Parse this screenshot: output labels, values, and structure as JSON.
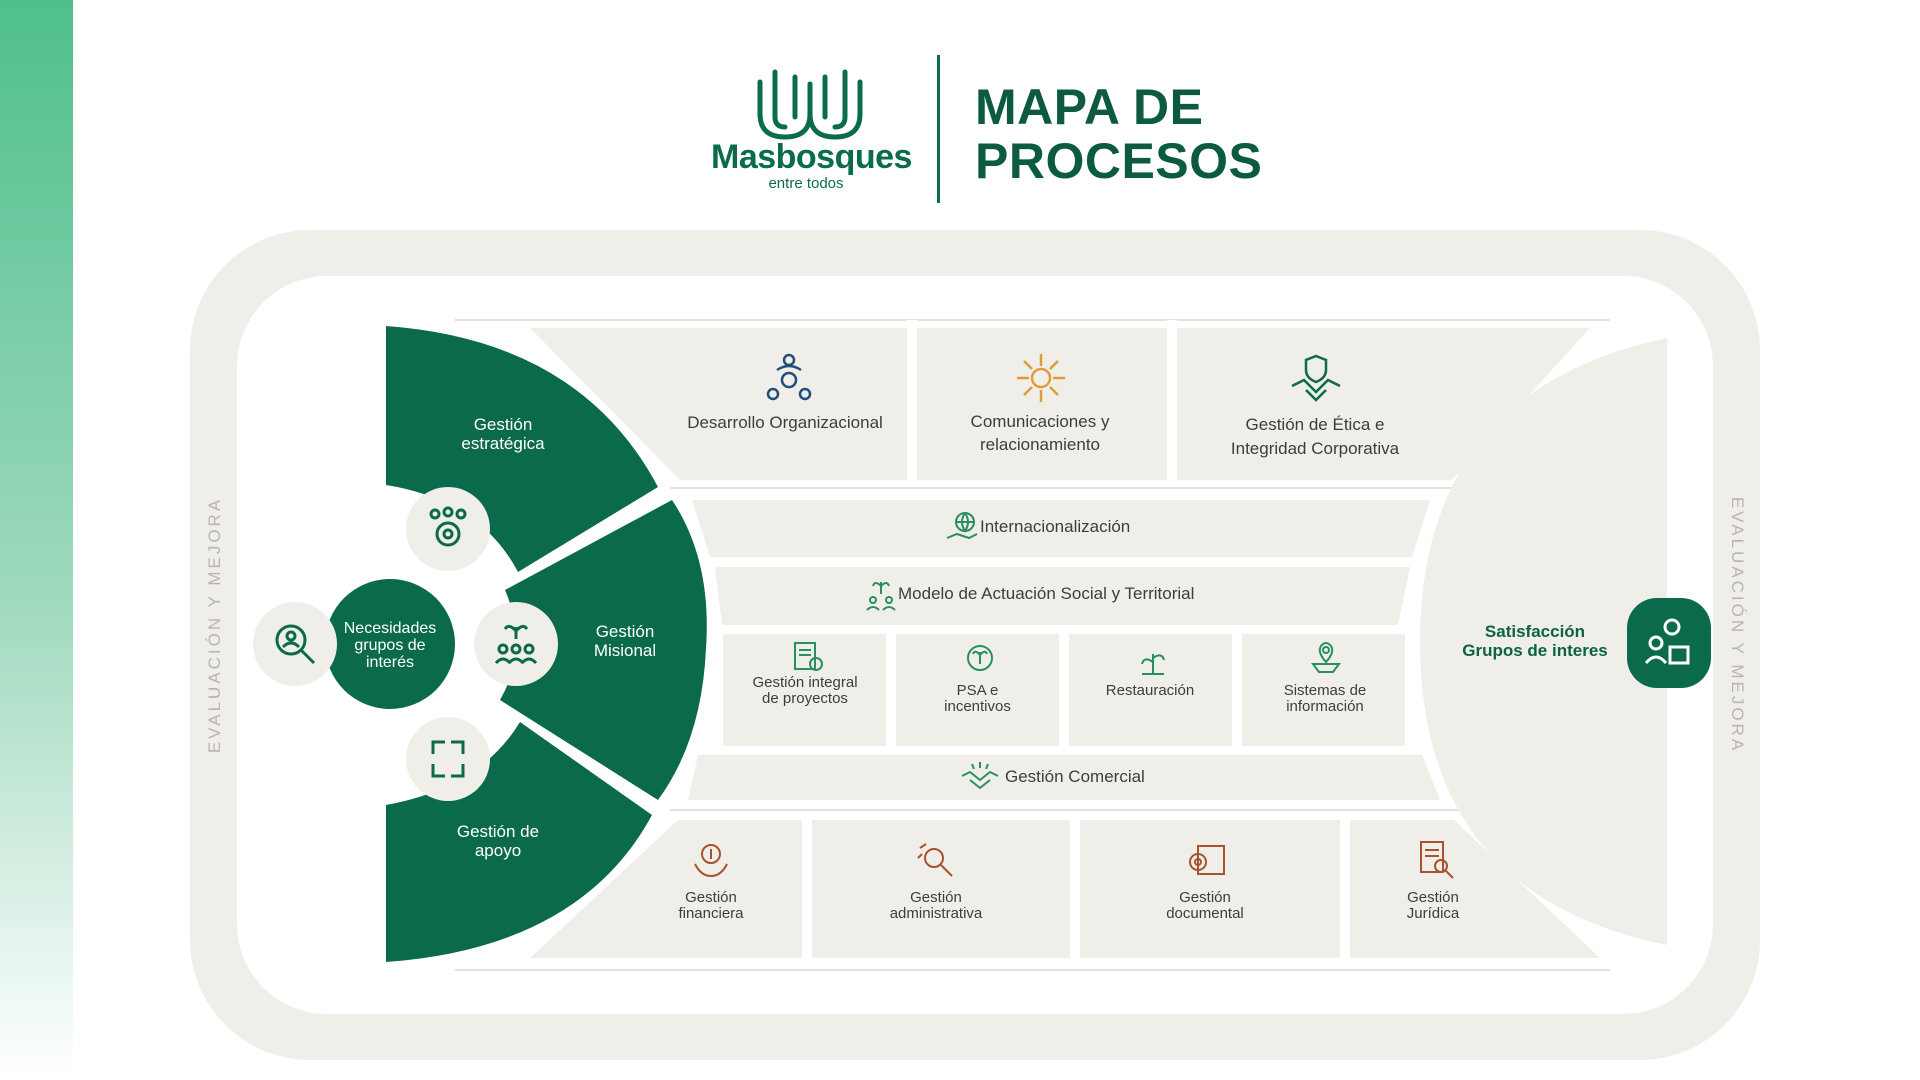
{
  "header": {
    "brand_name": "Masbosques",
    "brand_tagline": "entre todos",
    "title_line1": "MAPA DE",
    "title_line2": "PROCESOS"
  },
  "frame": {
    "left_label": "EVALUACIÓN Y MEJORA",
    "right_label": "EVALUACIÓN Y MEJORA"
  },
  "left_wing": {
    "strategic": "Gestión estratégica",
    "mission": "Gestión Misional",
    "support": "Gestión de apoyo",
    "needs": "Necesidades grupos de interés"
  },
  "strategic_processes": [
    {
      "label": "Desarrollo Organizacional",
      "icon": "organization-icon"
    },
    {
      "label": "Comunicaciones y relacionamiento",
      "icon": "communication-hub-icon"
    },
    {
      "label": "Gestión de Ética e Integridad Corporativa",
      "icon": "handshake-shield-icon"
    }
  ],
  "mission_processes": {
    "internationalization": "Internacionalización",
    "social_model": "Modelo de Actuación Social y Territorial",
    "sub": [
      {
        "label": "Gestión integral de proyectos",
        "icon": "project-document-icon"
      },
      {
        "label": "PSA e incentivos",
        "icon": "incentive-plant-icon"
      },
      {
        "label": "Restauración",
        "icon": "sprout-icon"
      },
      {
        "label": "Sistemas de información",
        "icon": "map-pin-icon"
      }
    ],
    "commercial": "Gestión Comercial"
  },
  "support_processes": [
    {
      "label": "Gestión financiera",
      "icon": "money-hands-icon"
    },
    {
      "label": "Gestión administrativa",
      "icon": "admin-search-icon"
    },
    {
      "label": "Gestión documental",
      "icon": "document-gears-icon"
    },
    {
      "label": "Gestión Jurídica",
      "icon": "legal-document-icon"
    }
  ],
  "satisfaction": "Satisfacción Grupos de interes",
  "colors": {
    "dark_green": "#0b6a4b",
    "panel": "#f0eee9",
    "accent_orange": "#e39a3b",
    "accent_brown": "#a8522f"
  }
}
